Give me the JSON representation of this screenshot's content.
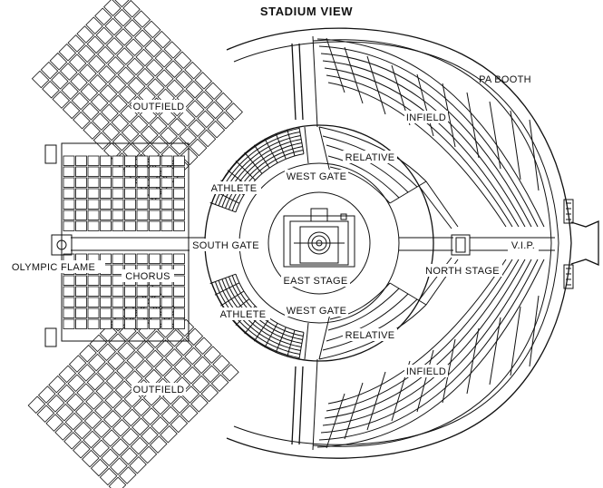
{
  "title": "STADIUM VIEW",
  "labels": {
    "pa_booth": "PA BOOTH",
    "infield_top": "INFIELD",
    "infield_bottom": "INFIELD",
    "outfield_top": "OUTFIELD",
    "outfield_bottom": "OUTFIELD",
    "relative_top": "RELATIVE",
    "relative_bottom": "RELATIVE",
    "west_gate_top": "WEST GATE",
    "west_gate_bottom": "WEST GATE",
    "athlete_top": "ATHLETE",
    "athlete_bottom": "ATHLETE",
    "south_gate": "SOUTH GATE",
    "east_stage": "EAST STAGE",
    "north_stage": "NORTH STAGE",
    "vip": "V.I.P.",
    "chorus": "CHORUS",
    "olympic_flame": "OLYMPIC FLAME"
  }
}
